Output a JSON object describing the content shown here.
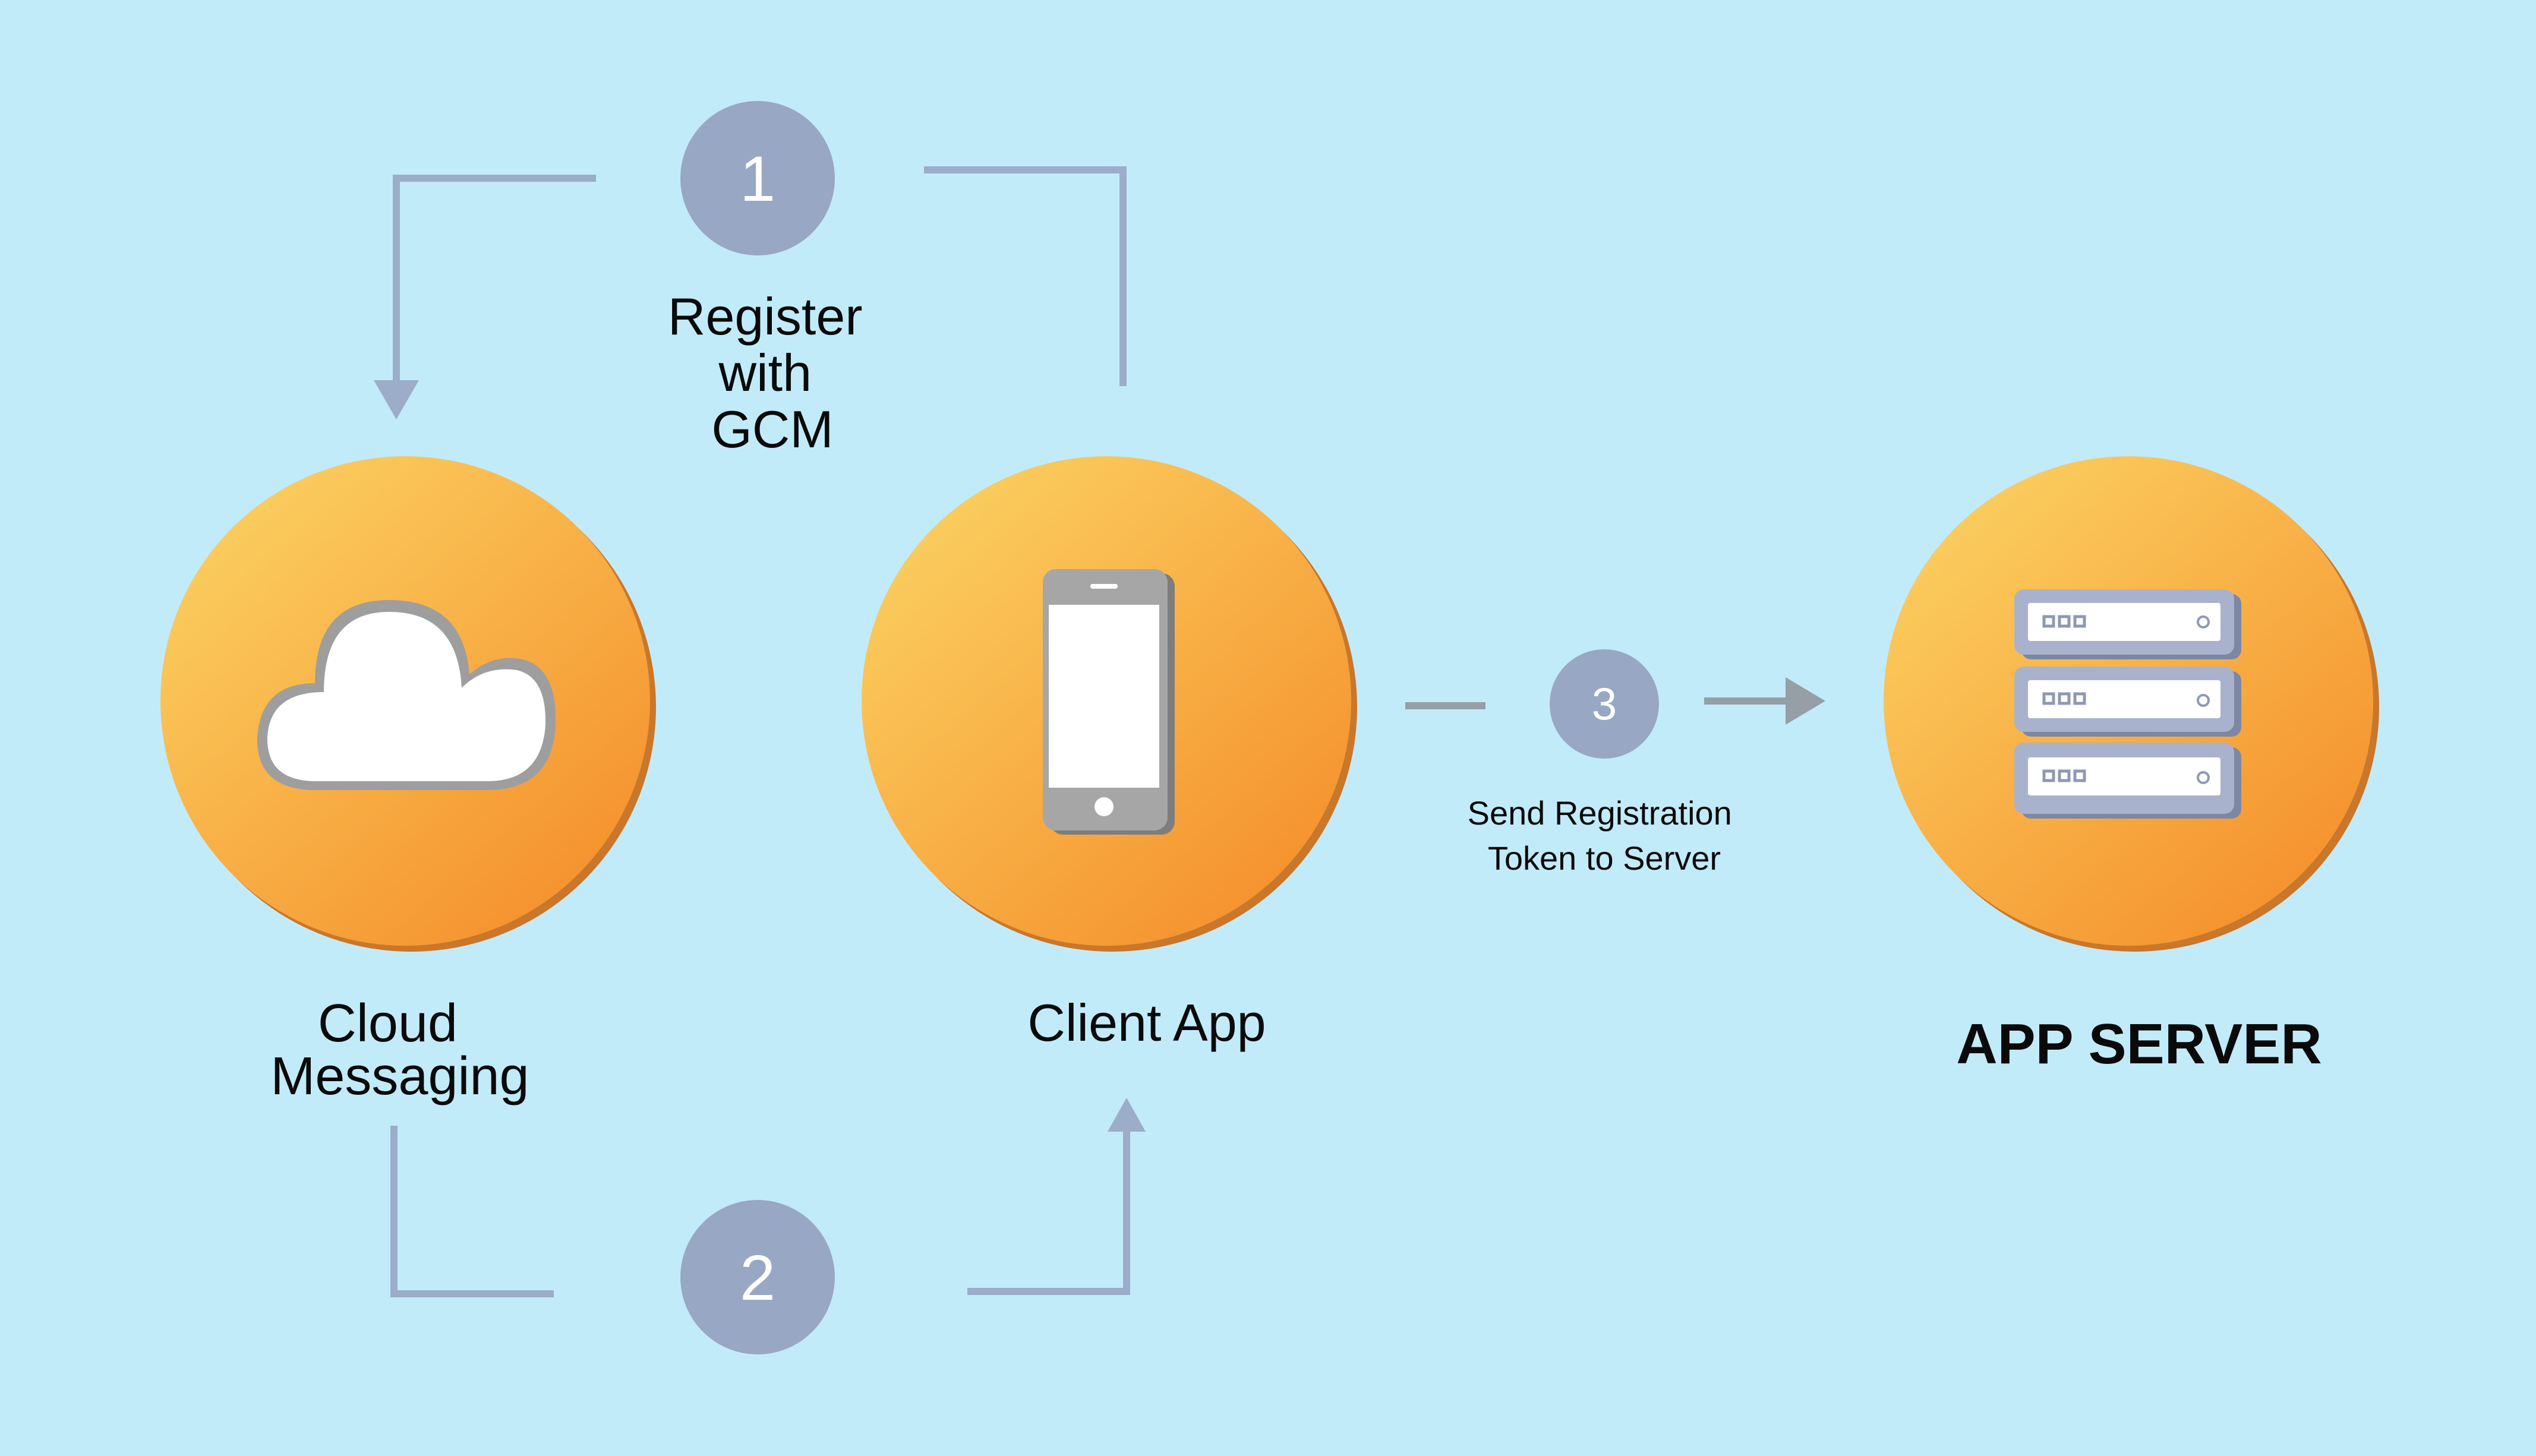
{
  "colors": {
    "background": "#c2ebfa",
    "connector": "#9badc8",
    "connector_gray": "#969ea6",
    "step_badge": "#98a7c4",
    "node_light": "#fbcd5e",
    "node_dark": "#f5922e",
    "text": "#0a0a0a"
  },
  "steps": [
    {
      "number": "1",
      "label_lines": [
        "Register",
        "with",
        "GCM"
      ]
    },
    {
      "number": "2"
    },
    {
      "number": "3",
      "label_lines": [
        "Send Registration",
        "Token to Server"
      ]
    }
  ],
  "nodes": [
    {
      "id": "cloud",
      "icon": "cloud-icon",
      "label_lines": [
        "Cloud",
        "Messaging"
      ]
    },
    {
      "id": "client",
      "icon": "smartphone-icon",
      "label_lines": [
        "Client App"
      ]
    },
    {
      "id": "server",
      "icon": "server-rack-icon",
      "label_lines": [
        "APP SERVER"
      ]
    }
  ]
}
